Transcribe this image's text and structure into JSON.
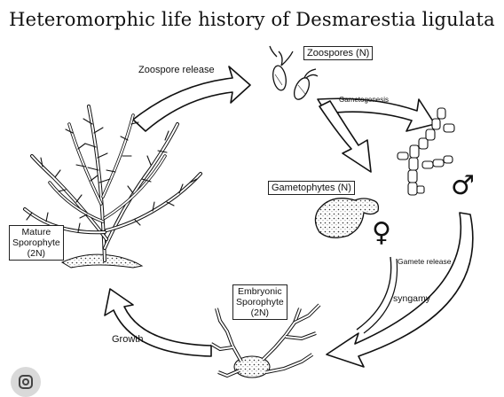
{
  "title": "Heteromorphic life history of Desmarestia ligulata",
  "labels": {
    "zoospore_release": "Zoospore release",
    "zoospores": "Zoospores (N)",
    "gametogenesis": "Gametogenesis",
    "gametophytes": "Gametophytes (N)",
    "gamete_release": "Gamete release",
    "syngamy": "syngamy",
    "embryonic_1": "Embryonic",
    "embryonic_2": "Sporophyte",
    "embryonic_3": "(2N)",
    "mature_1": "Mature",
    "mature_2": "Sporophyte",
    "mature_3": "(2N)",
    "growth": "Growth"
  },
  "symbols": {
    "male": "♂",
    "female": "♀"
  },
  "icons": {
    "corner_button": "lens-icon"
  }
}
